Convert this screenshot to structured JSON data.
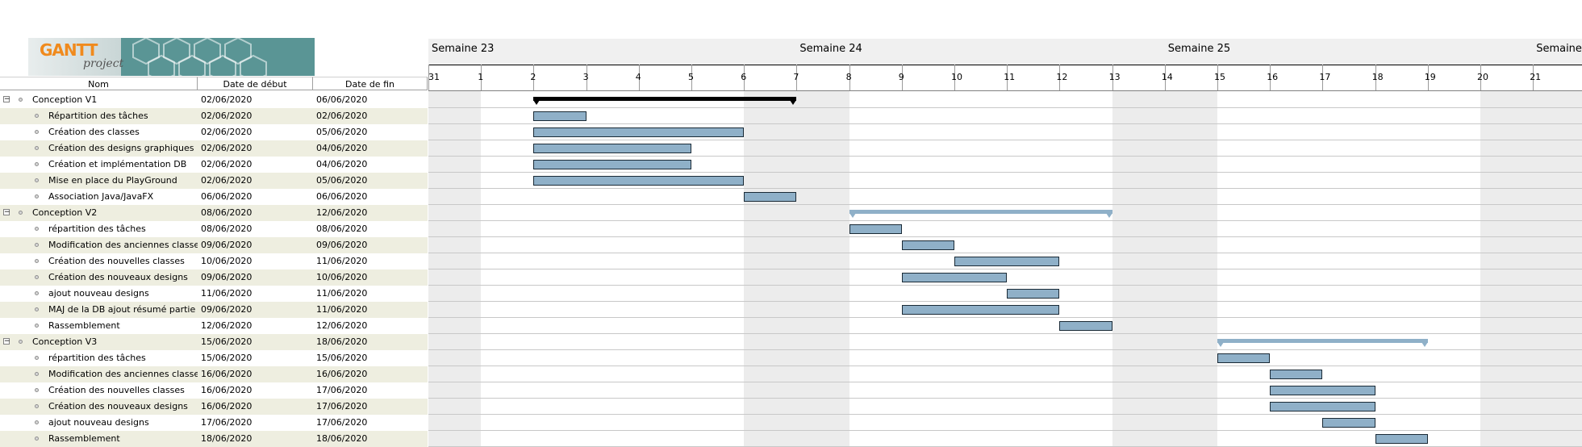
{
  "logo": {
    "title": "GANTT",
    "subtitle": "project"
  },
  "columns": {
    "name": "Nom",
    "start": "Date de début",
    "end": "Date de fin"
  },
  "weeks": [
    "Semaine 23",
    "Semaine 24",
    "Semaine 25",
    "Semaine"
  ],
  "days": [
    "31",
    "1",
    "2",
    "3",
    "4",
    "5",
    "6",
    "7",
    "8",
    "9",
    "10",
    "11",
    "12",
    "13",
    "14",
    "15",
    "16",
    "17",
    "18",
    "19",
    "20",
    "21"
  ],
  "tasks": [
    {
      "name": "Conception V1",
      "start": "02/06/2020",
      "end": "06/06/2020",
      "group": true
    },
    {
      "name": "Répartition des tâches",
      "start": "02/06/2020",
      "end": "02/06/2020"
    },
    {
      "name": "Création des classes",
      "start": "02/06/2020",
      "end": "05/06/2020"
    },
    {
      "name": "Création des designs graphiques",
      "start": "02/06/2020",
      "end": "04/06/2020"
    },
    {
      "name": "Création et implémentation DB",
      "start": "02/06/2020",
      "end": "04/06/2020"
    },
    {
      "name": "Mise en place du PlayGround",
      "start": "02/06/2020",
      "end": "05/06/2020"
    },
    {
      "name": "Association Java/JavaFX",
      "start": "06/06/2020",
      "end": "06/06/2020"
    },
    {
      "name": "Conception V2",
      "start": "08/06/2020",
      "end": "12/06/2020",
      "group": true
    },
    {
      "name": "répartition des tâches",
      "start": "08/06/2020",
      "end": "08/06/2020"
    },
    {
      "name": "Modification des anciennes classes",
      "start": "09/06/2020",
      "end": "09/06/2020"
    },
    {
      "name": "Création des nouvelles classes",
      "start": "10/06/2020",
      "end": "11/06/2020"
    },
    {
      "name": "Création des nouveaux designs",
      "start": "09/06/2020",
      "end": "10/06/2020"
    },
    {
      "name": "ajout nouveau designs",
      "start": "11/06/2020",
      "end": "11/06/2020"
    },
    {
      "name": "MAJ de la DB ajout résumé partie",
      "start": "09/06/2020",
      "end": "11/06/2020"
    },
    {
      "name": "Rassemblement",
      "start": "12/06/2020",
      "end": "12/06/2020"
    },
    {
      "name": "Conception V3",
      "start": "15/06/2020",
      "end": "18/06/2020",
      "group": true
    },
    {
      "name": "répartition des tâches",
      "start": "15/06/2020",
      "end": "15/06/2020"
    },
    {
      "name": "Modification des anciennes classes",
      "start": "16/06/2020",
      "end": "16/06/2020"
    },
    {
      "name": "Création des nouvelles classes",
      "start": "16/06/2020",
      "end": "17/06/2020"
    },
    {
      "name": "Création des nouveaux designs",
      "start": "16/06/2020",
      "end": "17/06/2020"
    },
    {
      "name": "ajout nouveau designs",
      "start": "17/06/2020",
      "end": "17/06/2020"
    },
    {
      "name": "Rassemblement",
      "start": "18/06/2020",
      "end": "18/06/2020"
    }
  ],
  "colors": {
    "task_bar": "#8fb0c8",
    "summary_v1": "#000000",
    "summary_other": "#8fb0c8",
    "row_alt": "#eeeee0",
    "weekend": "#ececec"
  }
}
